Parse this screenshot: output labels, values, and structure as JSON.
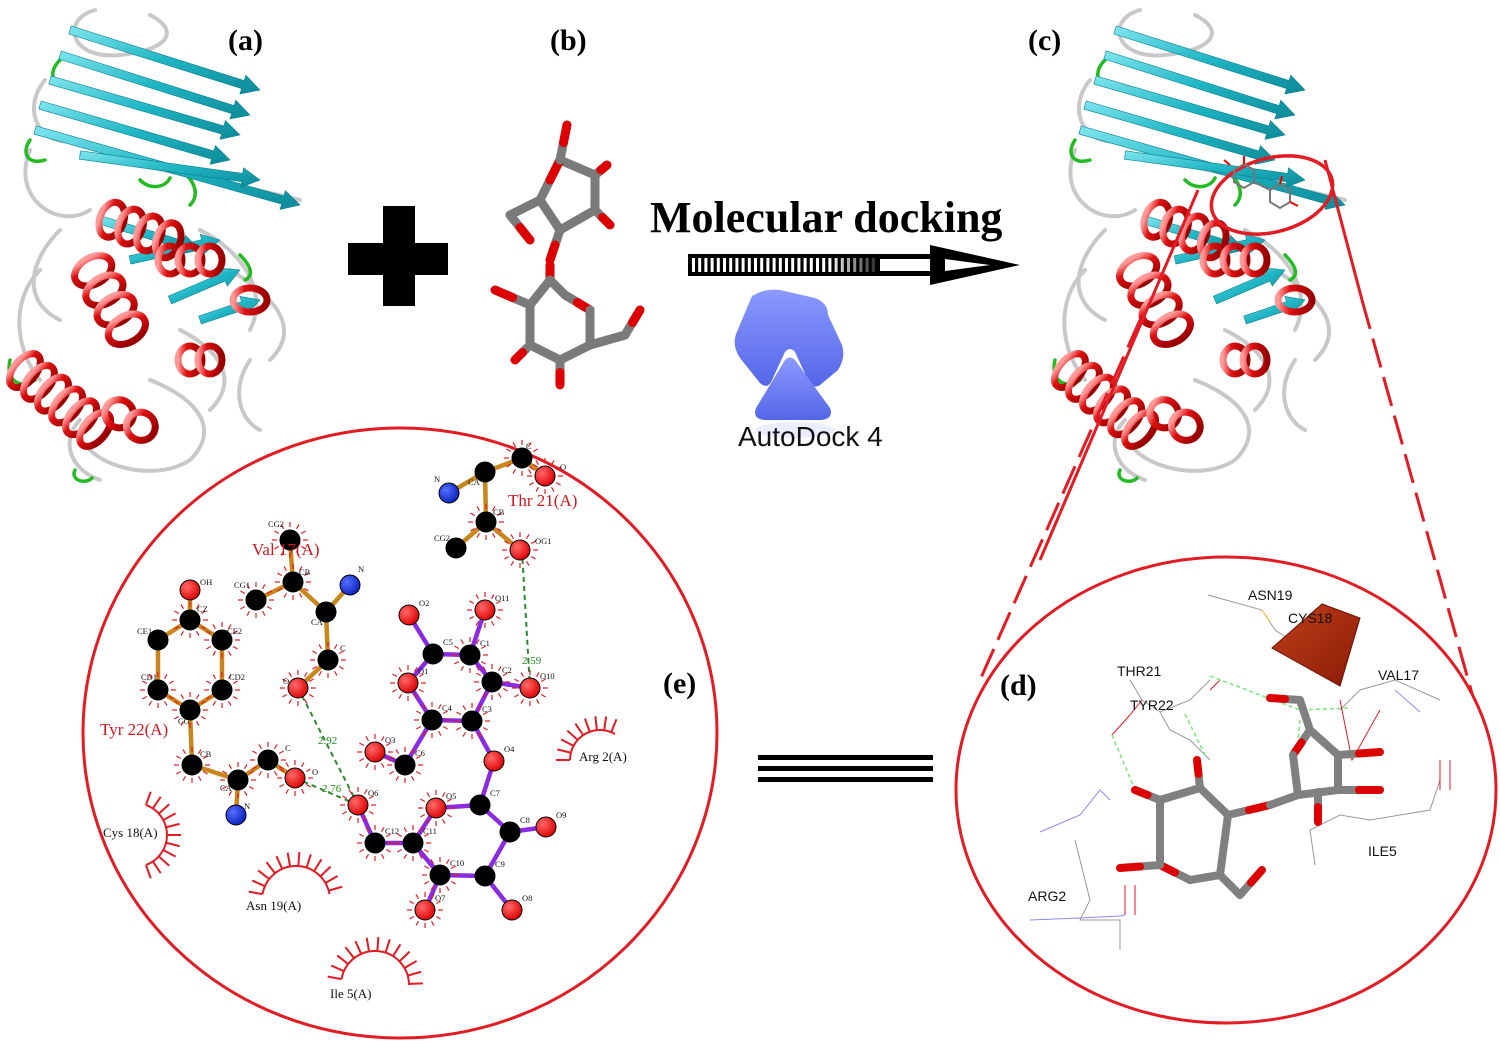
{
  "figure": {
    "panels": {
      "a": {
        "label": "(a)",
        "content": "protein ribbon structure"
      },
      "b": {
        "label": "(b)",
        "content": "ligand stick model (disaccharide)"
      },
      "c": {
        "label": "(c)",
        "content": "protein-ligand complex"
      },
      "d": {
        "label": "(d)",
        "content": "3D binding-site close-up"
      },
      "e": {
        "label": "(e)",
        "content": "2D interaction plot"
      }
    },
    "process": {
      "title": "Molecular docking",
      "software_name": "AutoDock 4",
      "operator_plus": "plus-sign",
      "operator_equals": "triple-bar-equivalence"
    },
    "colors": {
      "helix": "#cc0000",
      "sheet": "#1fb5c4",
      "turn": "#22bb22",
      "coil": "#c8c8c8",
      "oxygen": "#ee0000",
      "nitrogen": "#1030dd",
      "carbon": "#000000",
      "ligand_bond": "#8a2be2",
      "residue_bond": "#c8861c",
      "hbond": "#2a8a2a",
      "highlight": "#e31b23",
      "autodock_logo": "#6a7cf0"
    },
    "interaction_plot": {
      "hbond_residues": [
        {
          "name": "Val 17(A)"
        },
        {
          "name": "Thr 21(A)"
        },
        {
          "name": "Tyr 22(A)"
        }
      ],
      "hydrophobic_residues": [
        {
          "name": "Arg 2(A)"
        },
        {
          "name": "Cys 18(A)"
        },
        {
          "name": "Asn 19(A)"
        },
        {
          "name": "Ile 5(A)"
        }
      ],
      "hbond_distances": [
        "2.92",
        "2.76",
        "2.59"
      ],
      "val17_atoms": [
        "CG2",
        "CB",
        "CG1",
        "N",
        "CA",
        "C",
        "O"
      ],
      "thr21_atoms": [
        "N",
        "C",
        "O",
        "CA",
        "CB",
        "CG2",
        "OG1"
      ],
      "tyr22_atoms": [
        "OH",
        "CZ",
        "CE1",
        "CE2",
        "CD1",
        "CD2",
        "CG",
        "CB",
        "C",
        "O",
        "CA",
        "N"
      ],
      "ligand_atoms": [
        "O2",
        "O11",
        "C5",
        "C1",
        "O1",
        "C2",
        "O10",
        "C4",
        "C3",
        "O3",
        "C6",
        "O4",
        "O6",
        "O5",
        "C7",
        "C8",
        "O9",
        "C12",
        "C11",
        "C10",
        "C9",
        "O7",
        "O8"
      ]
    },
    "binding_site_3d": {
      "residue_labels": [
        "ASN19",
        "CYS18",
        "THR21",
        "TYR22",
        "VAL17",
        "ILE5",
        "ARG2"
      ]
    }
  }
}
